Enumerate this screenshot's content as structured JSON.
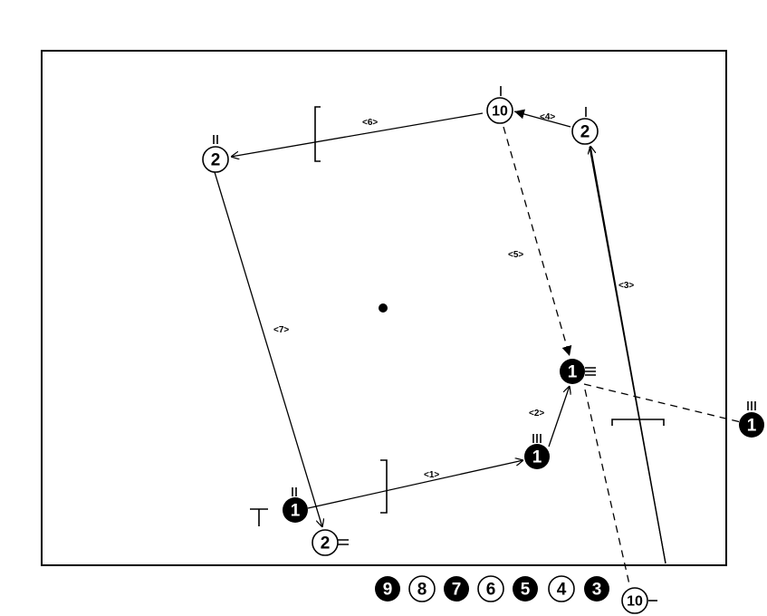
{
  "nodes": [
    {
      "id": "n-start",
      "label": "1",
      "style": "filled"
    },
    {
      "id": "n-mid",
      "label": "1",
      "style": "filled"
    },
    {
      "id": "n-center",
      "label": "1",
      "style": "filled"
    },
    {
      "id": "n-right",
      "label": "1",
      "style": "filled"
    },
    {
      "id": "n-tr2",
      "label": "2",
      "style": "outline"
    },
    {
      "id": "n-top10",
      "label": "10",
      "style": "outline"
    },
    {
      "id": "n-tl2",
      "label": "2",
      "style": "outline"
    },
    {
      "id": "n-bot2",
      "label": "2",
      "style": "outline"
    },
    {
      "id": "n-bot10",
      "label": "10",
      "style": "outline"
    }
  ],
  "edges": [
    {
      "id": "e1",
      "label": "<1>"
    },
    {
      "id": "e2",
      "label": "<2>"
    },
    {
      "id": "e3",
      "label": "<3>"
    },
    {
      "id": "e4",
      "label": "<4>"
    },
    {
      "id": "e5",
      "label": "<5>"
    },
    {
      "id": "e6",
      "label": "<6>"
    },
    {
      "id": "e7",
      "label": "<7>"
    }
  ],
  "legend": [
    {
      "label": "9",
      "style": "filled"
    },
    {
      "label": "8",
      "style": "outline"
    },
    {
      "label": "7",
      "style": "filled"
    },
    {
      "label": "6",
      "style": "outline"
    },
    {
      "label": "5",
      "style": "filled"
    },
    {
      "label": "4",
      "style": "outline"
    },
    {
      "label": "3",
      "style": "filled"
    }
  ],
  "start_marker": "T"
}
